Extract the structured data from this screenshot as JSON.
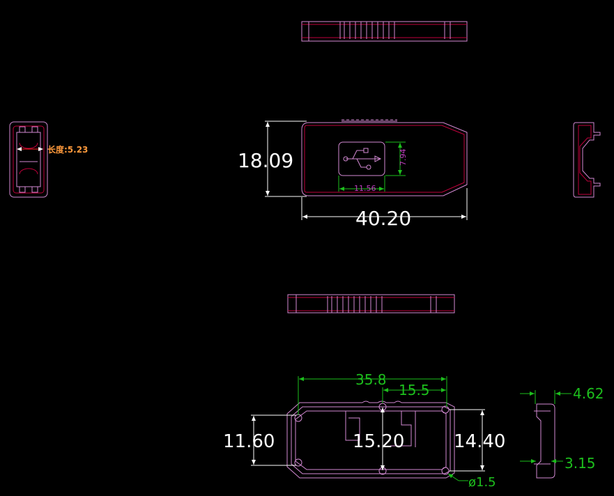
{
  "colors": {
    "background": "#000000",
    "outline": "#d38ad3",
    "inner_line": "#c0003c",
    "dimension_white": "#ffffff",
    "dimension_green": "#1dbf1d",
    "annotation_orange": "#ff9a3c",
    "annotation_red": "#ff2020"
  },
  "dimensions": {
    "front_height": "18.09",
    "front_width": "40.20",
    "usb_logo_width": "11.56",
    "usb_logo_height": "7.94",
    "left_view_length": "长度:5.23",
    "bottom_overall_length": "35.8",
    "bottom_hole_spacing": "15.5",
    "bottom_left_height": "11.60",
    "bottom_center_height": "15.20",
    "bottom_right_height": "14.40",
    "hole_diameter": "ø1.5",
    "section_top": "4.62",
    "section_bottom": "3.15"
  },
  "icons": {
    "usb": "usb-icon"
  }
}
